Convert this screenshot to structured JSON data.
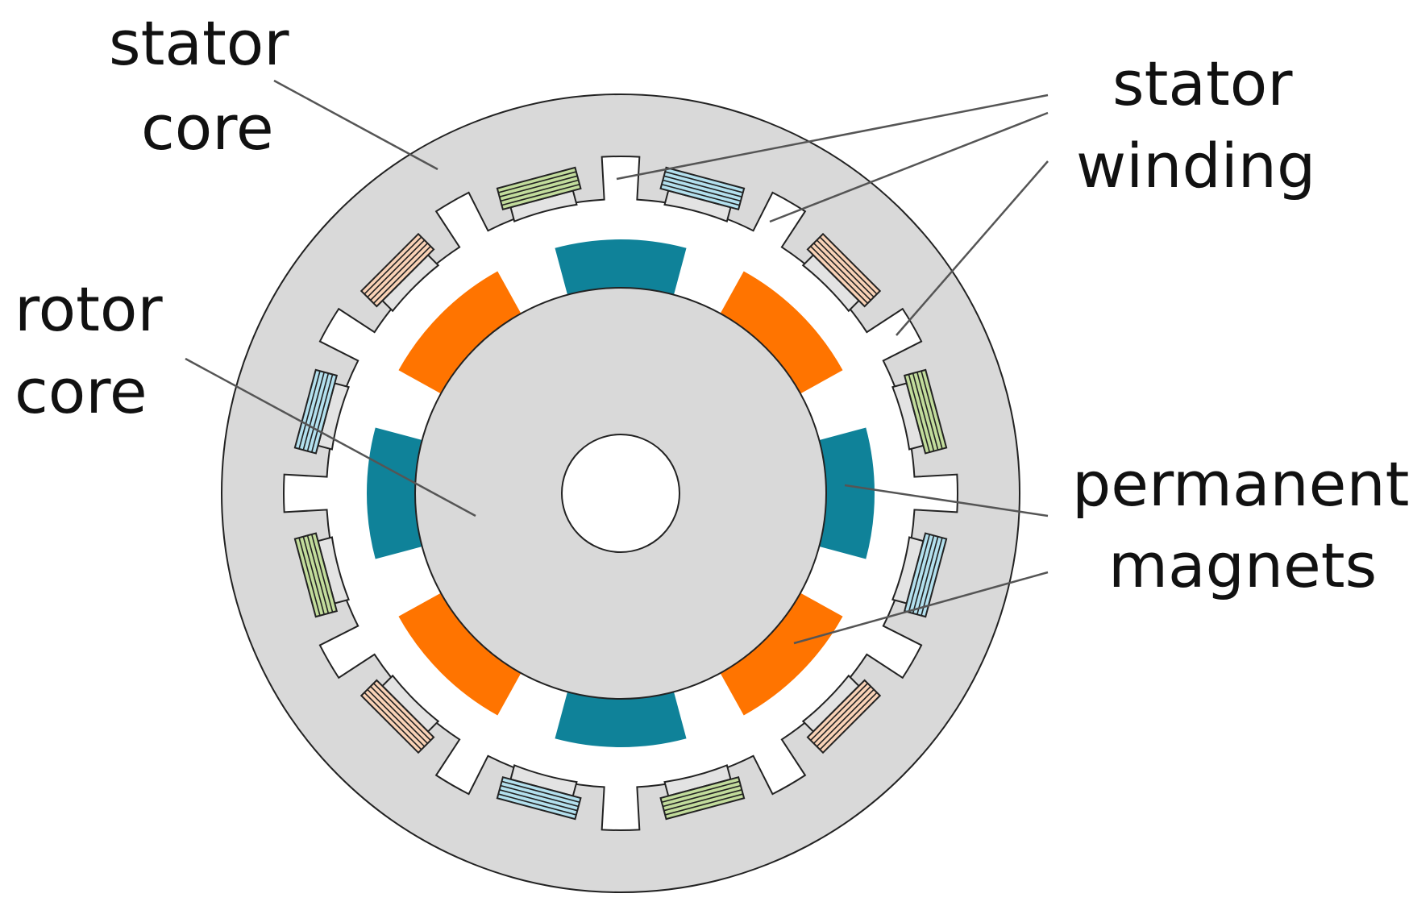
{
  "labels": {
    "stator_core": [
      "stator",
      "core"
    ],
    "stator_winding": [
      "stator",
      "winding"
    ],
    "rotor_core": [
      "rotor",
      "core"
    ],
    "permanent_magnets": [
      "permanent",
      "magnets"
    ]
  },
  "colors": {
    "core_gray": "#d9d9d9",
    "tooth_tip_gray": "#e3e3e3",
    "magnet_teal": "#0f8299",
    "magnet_orange": "#ff7400",
    "winding_blue": "#b3e0ee",
    "winding_green": "#c2dc9c",
    "winding_peach": "#f9d2b6",
    "outline": "#222222",
    "leader": "#555555"
  },
  "components": {
    "stator_teeth_count": 12,
    "rotor_magnet_count": 8,
    "winding_phases": [
      "blue",
      "green",
      "peach"
    ]
  }
}
